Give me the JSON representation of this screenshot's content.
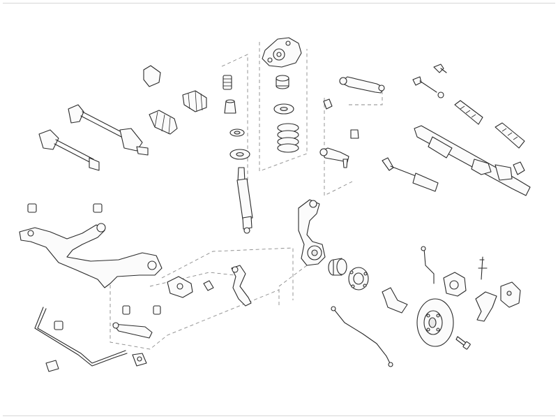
{
  "diagram": {
    "background": "#ffffff",
    "line_color": "#2a2a2a",
    "leader_color": "#8a8a8a",
    "parts": [
      "strut-mount",
      "bump-stop",
      "dust-cover",
      "spring-seat",
      "coil-spring",
      "shock-absorber",
      "upper-control-arm",
      "control-arm-bushing",
      "steering-knuckle",
      "wheel-bearing-hub",
      "brake-disc",
      "brake-caliper",
      "brake-pads",
      "abs-sensor",
      "steering-rack",
      "tie-rod-end",
      "tie-rod",
      "steering-boot",
      "steering-damper",
      "drive-shaft",
      "cv-boot",
      "subframe",
      "stabilizer-bar",
      "stabilizer-link",
      "lower-control-arm"
    ]
  }
}
